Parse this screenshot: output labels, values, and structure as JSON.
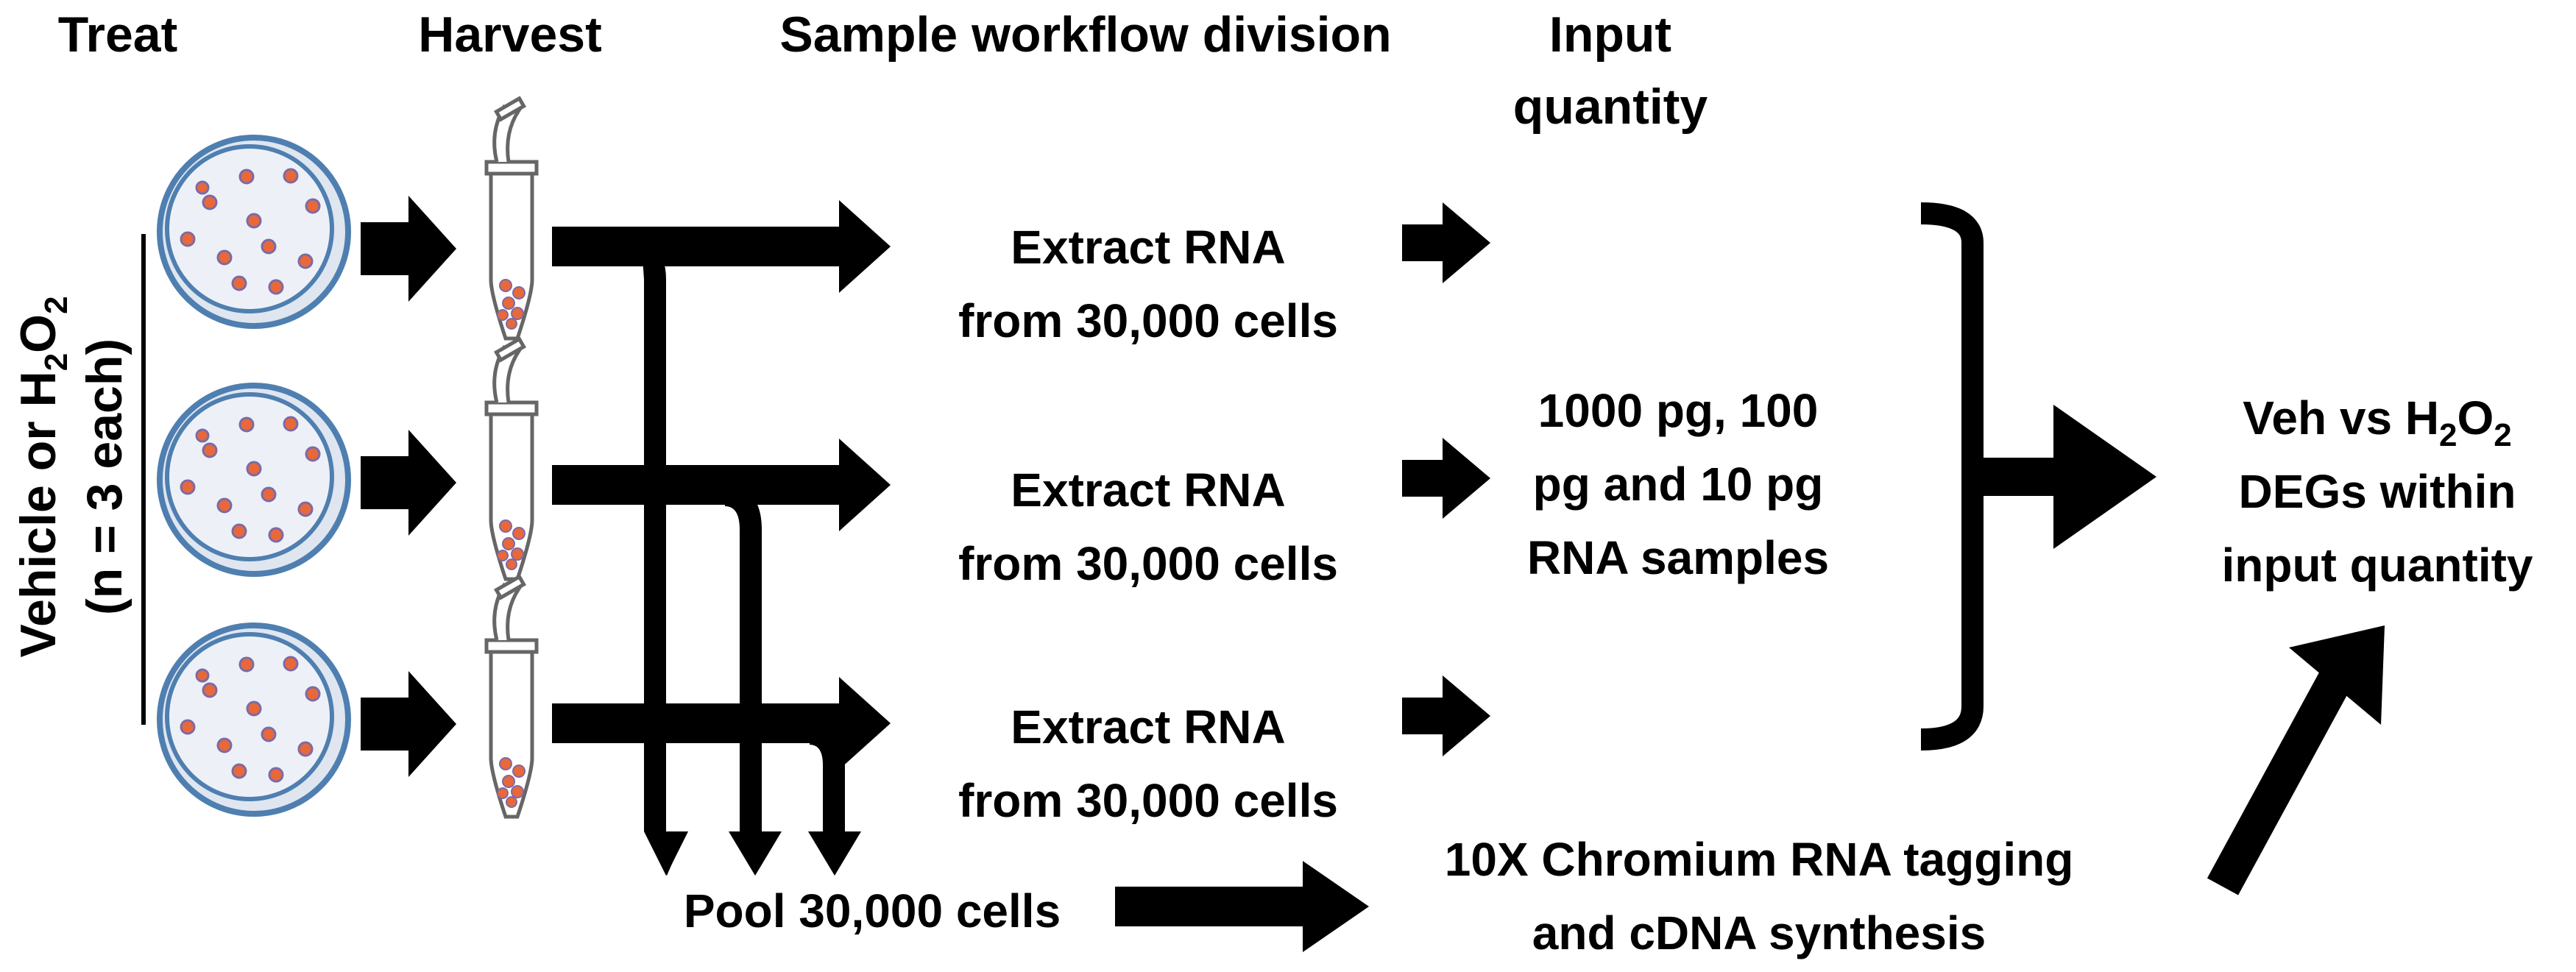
{
  "headers": {
    "treat": "Treat",
    "harvest": "Harvest",
    "division": "Sample workflow division",
    "input_line1": "Input",
    "input_line2": "quantity"
  },
  "side_label": {
    "line1_prefix": "Vehicle or H",
    "line1_sub": "2",
    "line1_o": "O",
    "line1_sub2": "2",
    "line2": "(n = 3 each)"
  },
  "extract_rows": [
    {
      "line1": "Extract RNA",
      "line2": "from 30,000 cells"
    },
    {
      "line1": "Extract RNA",
      "line2": "from 30,000 cells"
    },
    {
      "line1": "Extract RNA",
      "line2": "from 30,000 cells"
    }
  ],
  "input_samples": {
    "line1": "1000 pg, 100",
    "line2": "pg and 10 pg",
    "line3": "RNA samples"
  },
  "pool": "Pool 30,000 cells",
  "chromium": {
    "line1": "10X Chromium RNA tagging",
    "line2": "and cDNA synthesis"
  },
  "result": {
    "line1_prefix": "Veh vs H",
    "line1_sub": "2",
    "line1_o": "O",
    "line1_sub2": "2",
    "line2": "DEGs within",
    "line3": "input quantity"
  },
  "colors": {
    "dish_fill": "#e9eef6",
    "dish_rim": "#4f7fb0",
    "cell": "#e8683a",
    "cell_rim": "#8a6aa8",
    "arrow": "#000000"
  },
  "icons": [
    "petri-dish-icon",
    "microcentrifuge-tube-icon"
  ]
}
